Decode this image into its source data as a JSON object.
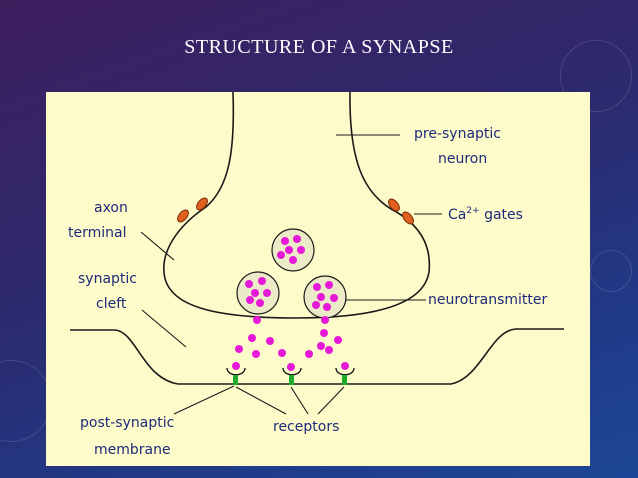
{
  "slide": {
    "title": "STRUCTURE OF A SYNAPSE"
  },
  "diagram": {
    "labels": {
      "pre_synaptic_line1": "pre-synaptic",
      "pre_synaptic_line2": "neuron",
      "axon_line1": "axon",
      "axon_line2": "terminal",
      "cleft_line1": "synaptic",
      "cleft_line2": "cleft",
      "ca_prefix": "Ca",
      "ca_superscript": "2+",
      "ca_suffix": " gates",
      "neurotransmitter": "neurotransmitter",
      "post_line1": "post-synaptic",
      "post_line2": "membrane",
      "receptors": "receptors"
    },
    "colors": {
      "panel_background": "#fdfbca",
      "outline": "#1a1a1a",
      "vesicle_fill": "#ecebc7",
      "neurotransmitter": "#e619d8",
      "ca_gate": "#e2601e",
      "receptor_stem": "#1faa2e",
      "label_text": "#1e2a7a"
    }
  }
}
